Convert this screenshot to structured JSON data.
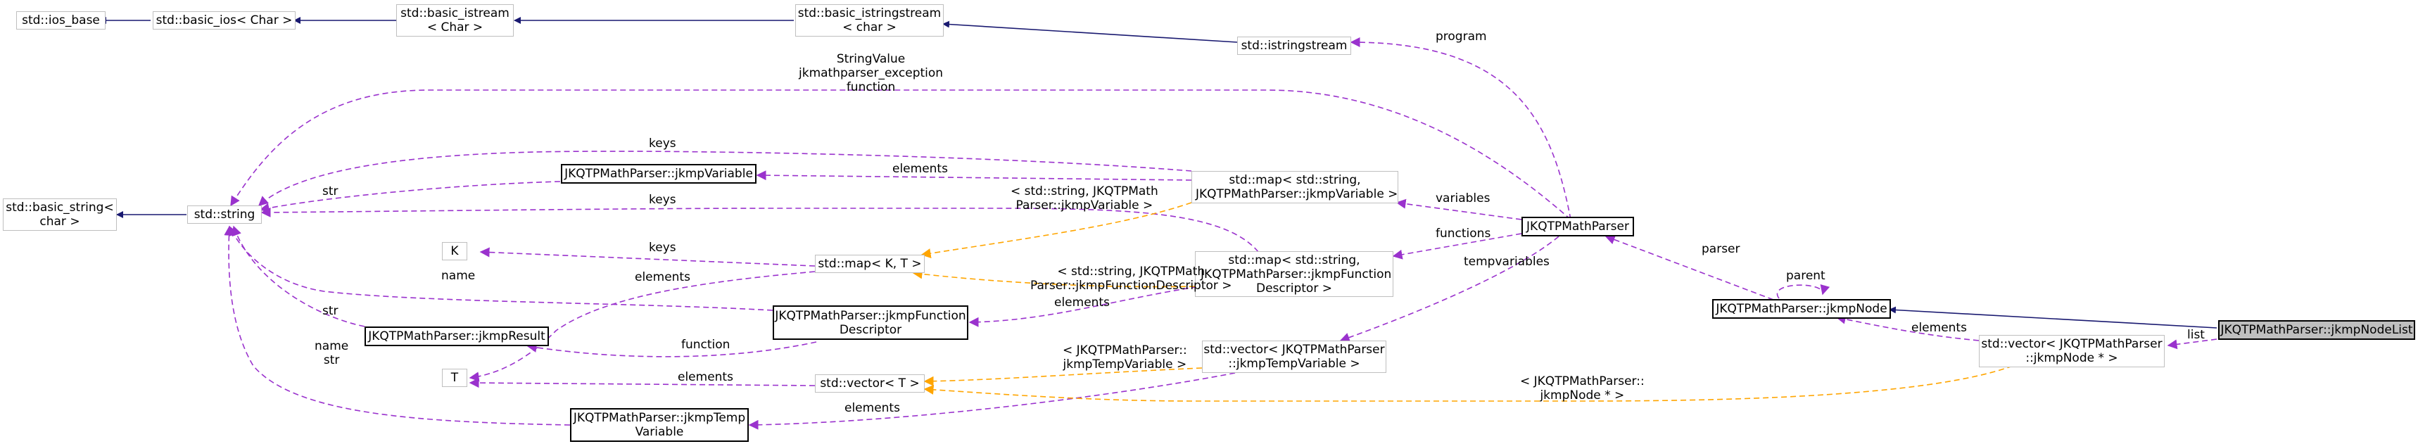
{
  "colors": {
    "inheritance": "#191970",
    "usage": "#9a32cd",
    "template": "#ffa500",
    "node_border": "#bfbfbf",
    "focus_fill": "#bfbfbf"
  },
  "nodes": {
    "ios_base": "std::ios_base",
    "basic_ios": "std::basic_ios< Char >",
    "basic_istream": "std::basic_istream\n< Char >",
    "basic_istringstream": "std::basic_istringstream\n< char >",
    "istringstream": "std::istringstream",
    "basic_string": "std::basic_string<\nchar >",
    "string": "std::string",
    "jkmpVariable": "JKQTPMathParser::jkmpVariable",
    "map_variable": "std::map< std::string,\n JKQTPMathParser::jkmpVariable >",
    "K": "K",
    "map_KT": "std::map< K, T >",
    "map_function": "std::map< std::string,\n JKQTPMathParser::jkmpFunction\nDescriptor >",
    "jkmpResult": "JKQTPMathParser::jkmpResult",
    "jkmpFunctionDescriptor": "JKQTPMathParser::jkmpFunction\nDescriptor",
    "T": "T",
    "vector_T": "std::vector< T >",
    "vector_temp": "std::vector< JKQTPMathParser\n::jkmpTempVariable >",
    "jkmpTempVariable": "JKQTPMathParser::jkmpTemp\nVariable",
    "JKQTPMathParser": "JKQTPMathParser",
    "jkmpNode": "JKQTPMathParser::jkmpNode",
    "vector_node": "std::vector< JKQTPMathParser\n::jkmpNode * >",
    "jkmpNodeList": "JKQTPMathParser::jkmpNodeList"
  },
  "edge_labels": {
    "program": "program",
    "string_to_parser": [
      "StringValue",
      "jkmathparser_exception",
      "function"
    ],
    "keys_map_variable": "keys",
    "str_variable": "str",
    "elements_map_variable": "elements",
    "tmpl_map_variable": "< std::string, JKQTPMath\nParser::jkmpVariable >",
    "keys_map_function": "keys",
    "keys_K": "keys",
    "elements_T_map": "elements",
    "name_function": "name",
    "tmpl_map_function": "< std::string, JKQTPMath\nParser::jkmpFunctionDescriptor >",
    "elements_map_function": "elements",
    "str_result": "str",
    "function_result": "function",
    "elements_vector_T": "elements",
    "tmpl_vector_temp": "< JKQTPMathParser::\njkmpTempVariable >",
    "elements_temp": "elements",
    "name_str_temp": [
      "name",
      "str"
    ],
    "variables": "variables",
    "functions": "functions",
    "tempvariables": "tempvariables",
    "parser": "parser",
    "parent": "parent",
    "elements_node": "elements",
    "list": "list",
    "tmpl_vector_node": "< JKQTPMathParser::\njkmpNode * >"
  }
}
